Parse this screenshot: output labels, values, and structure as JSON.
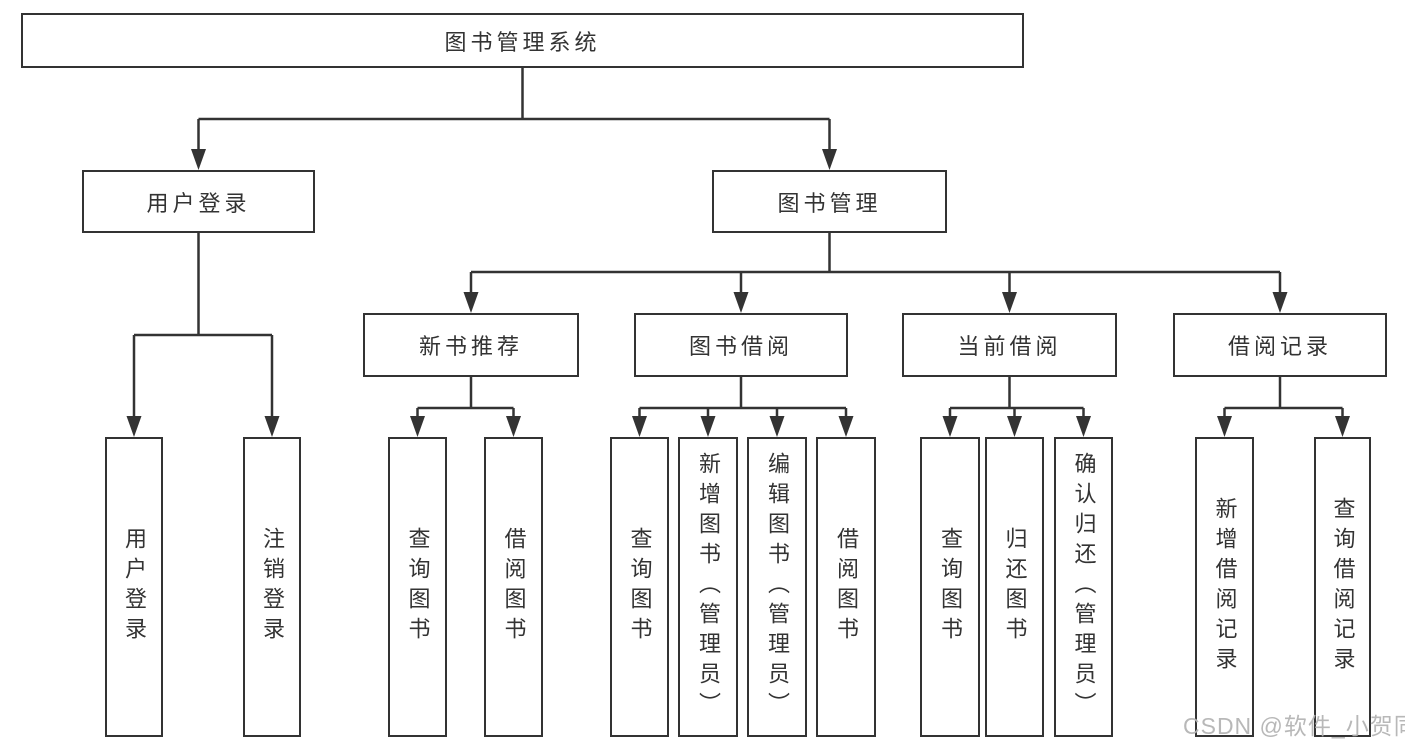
{
  "tree": {
    "label": "图书管理系统",
    "children": [
      {
        "label": "用户登录",
        "children": [
          {
            "label": "用户登录"
          },
          {
            "label": "注销登录"
          }
        ]
      },
      {
        "label": "图书管理",
        "children": [
          {
            "label": "新书推荐",
            "children": [
              {
                "label": "查询图书"
              },
              {
                "label": "借阅图书"
              }
            ]
          },
          {
            "label": "图书借阅",
            "children": [
              {
                "label": "查询图书"
              },
              {
                "label": "新增图书（管理员）"
              },
              {
                "label": "编辑图书（管理员）"
              },
              {
                "label": "借阅图书"
              }
            ]
          },
          {
            "label": "当前借阅",
            "children": [
              {
                "label": "查询图书"
              },
              {
                "label": "归还图书"
              },
              {
                "label": "确认归还（管理员）"
              }
            ]
          },
          {
            "label": "借阅记录",
            "children": [
              {
                "label": "新增借阅记录"
              },
              {
                "label": "查询借阅记录"
              }
            ]
          }
        ]
      }
    ]
  },
  "watermark": {
    "text": "CSDN @软件_小贺同学"
  },
  "colors": {
    "line": "#333333",
    "box_border": "#333333",
    "text": "#333333",
    "background": "#ffffff",
    "watermark": "#b2b2b2"
  }
}
